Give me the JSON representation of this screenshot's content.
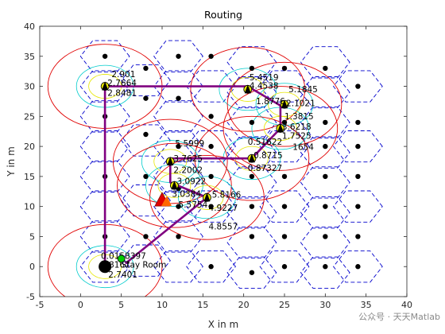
{
  "chart_data": {
    "type": "scatter",
    "title": "Routing",
    "xlabel": "X in m",
    "ylabel": "Y in m",
    "xlim": [
      -5,
      40
    ],
    "ylim": [
      -5,
      40
    ],
    "xticks": [
      -5,
      0,
      5,
      10,
      15,
      20,
      25,
      30,
      35,
      40
    ],
    "yticks": [
      -5,
      0,
      5,
      10,
      15,
      20,
      25,
      30,
      35,
      40
    ],
    "grid": false,
    "hex_grid": {
      "color": "#0000cc",
      "style": "dashed",
      "cells": [
        [
          3,
          35
        ],
        [
          3,
          25
        ],
        [
          3,
          15
        ],
        [
          3,
          5
        ],
        [
          8,
          31
        ],
        [
          8,
          21
        ],
        [
          8,
          11
        ],
        [
          8,
          1
        ],
        [
          12,
          35
        ],
        [
          12,
          25
        ],
        [
          12,
          15
        ],
        [
          12,
          5
        ],
        [
          16,
          30
        ],
        [
          16,
          20
        ],
        [
          16,
          10
        ],
        [
          16,
          0
        ],
        [
          21,
          34
        ],
        [
          21,
          24
        ],
        [
          21,
          14
        ],
        [
          21,
          4
        ],
        [
          25,
          30
        ],
        [
          25,
          20
        ],
        [
          25,
          10
        ],
        [
          25,
          0
        ],
        [
          30,
          34
        ],
        [
          30,
          24
        ],
        [
          30,
          14
        ],
        [
          30,
          4
        ],
        [
          34,
          30
        ],
        [
          34,
          20
        ],
        [
          34,
          10
        ],
        [
          34,
          0
        ],
        [
          3,
          30
        ],
        [
          3,
          20
        ],
        [
          3,
          10
        ],
        [
          3,
          0
        ],
        [
          12,
          30
        ],
        [
          12,
          20
        ],
        [
          12,
          10
        ],
        [
          12,
          0
        ],
        [
          21,
          29
        ],
        [
          21,
          19
        ],
        [
          21,
          9
        ],
        [
          21,
          -1
        ],
        [
          30,
          29
        ],
        [
          30,
          19
        ],
        [
          30,
          9
        ],
        [
          30,
          -1
        ]
      ]
    },
    "sensor_nodes": {
      "color": "#000000",
      "points": [
        [
          3,
          35
        ],
        [
          8,
          33
        ],
        [
          3,
          25
        ],
        [
          8,
          22
        ],
        [
          3,
          15
        ],
        [
          8,
          15
        ],
        [
          3,
          5
        ],
        [
          8,
          5
        ],
        [
          12,
          35
        ],
        [
          12,
          28
        ],
        [
          12,
          20
        ],
        [
          12,
          13
        ],
        [
          12,
          5
        ],
        [
          16,
          35
        ],
        [
          16,
          25
        ],
        [
          16,
          20
        ],
        [
          16,
          10
        ],
        [
          16,
          0
        ],
        [
          21,
          33
        ],
        [
          21,
          24
        ],
        [
          21,
          15
        ],
        [
          21,
          10
        ],
        [
          21,
          5
        ],
        [
          21,
          -1
        ],
        [
          25,
          33
        ],
        [
          25,
          24
        ],
        [
          25,
          15
        ],
        [
          25,
          10
        ],
        [
          25,
          0
        ],
        [
          30,
          33
        ],
        [
          30,
          24
        ],
        [
          30,
          20
        ],
        [
          30,
          15
        ],
        [
          30,
          10
        ],
        [
          30,
          5
        ],
        [
          30,
          0
        ],
        [
          34,
          30
        ],
        [
          34,
          24
        ],
        [
          34,
          20
        ],
        [
          34,
          15
        ],
        [
          34,
          10
        ],
        [
          34,
          5
        ],
        [
          34,
          0
        ],
        [
          8,
          28
        ],
        [
          16,
          15
        ],
        [
          25,
          5
        ],
        [
          3,
          30
        ],
        [
          12,
          10
        ]
      ]
    },
    "cluster_heads": [
      {
        "x": 3,
        "y": 30,
        "labels": [
          {
            "text": "2.901",
            "dx": 0.8,
            "dy": 1.5
          },
          {
            "text": "2.7664",
            "dx": 0.3,
            "dy": 0.1
          },
          {
            "text": "2.8481",
            "dx": 0.3,
            "dy": -1.6
          }
        ]
      },
      {
        "x": 20.5,
        "y": 29.5,
        "labels": [
          {
            "text": "5.4519",
            "dx": 0.2,
            "dy": 1.5
          },
          {
            "text": "4.4538",
            "dx": 0.2,
            "dy": 0.1
          }
        ]
      },
      {
        "x": 25,
        "y": 27,
        "labels": [
          {
            "text": "5.1845",
            "dx": 0.5,
            "dy": 2
          },
          {
            "text": "1.8776",
            "dx": -3.5,
            "dy": 0
          },
          {
            "text": "2.1021",
            "dx": 0.2,
            "dy": -0.3
          }
        ]
      },
      {
        "x": 24.5,
        "y": 23,
        "labels": [
          {
            "text": "1.3815",
            "dx": 0.5,
            "dy": 1.5
          },
          {
            "text": "3.6218",
            "dx": 0.2,
            "dy": -0.2
          },
          {
            "text": "1.7525",
            "dx": 0.2,
            "dy": -1.7
          }
        ]
      },
      {
        "x": 21,
        "y": 18,
        "labels": [
          {
            "text": "0.51622",
            "dx": -0.5,
            "dy": 2.3
          },
          {
            "text": "0.8715",
            "dx": 0.2,
            "dy": 0
          },
          {
            "text": "0.87327",
            "dx": -0.5,
            "dy": -2.1
          },
          {
            "text": "1654",
            "dx": 5,
            "dy": 1.4
          }
        ]
      },
      {
        "x": 11,
        "y": 17.5,
        "labels": [
          {
            "text": "5.5999",
            "dx": 0.6,
            "dy": 2.5
          },
          {
            "text": "3.7625",
            "dx": 0.4,
            "dy": 0
          },
          {
            "text": "2.2002",
            "dx": 0.4,
            "dy": -1.9
          }
        ]
      },
      {
        "x": 11.5,
        "y": 13.5,
        "labels": [
          {
            "text": "3.0922",
            "dx": 0.3,
            "dy": 0.2
          },
          {
            "text": "3.0384",
            "dx": -0.3,
            "dy": -1.9
          }
        ]
      },
      {
        "x": 15.5,
        "y": 11.5,
        "labels": [
          {
            "text": "5.8166",
            "dx": 0.6,
            "dy": 0
          },
          {
            "text": "5.5754",
            "dx": -3.5,
            "dy": -1.7
          },
          {
            "text": "4.9227",
            "dx": 0.2,
            "dy": -2.2
          },
          {
            "text": "4.8557",
            "dx": 0.2,
            "dy": -5.3
          }
        ]
      },
      {
        "x": 3,
        "y": 0,
        "labels": [
          {
            "text": "0.0158397",
            "dx": -0.5,
            "dy": 1.3
          },
          {
            "text": "3.8167",
            "dx": -0.5,
            "dy": -0.2
          },
          {
            "text": "2.7401",
            "dx": 0.4,
            "dy": -1.8
          }
        ]
      }
    ],
    "route": {
      "color": "#800080",
      "points": [
        [
          3,
          0
        ],
        [
          3,
          30
        ],
        [
          20.5,
          30
        ],
        [
          24.5,
          26.8
        ],
        [
          24.5,
          23
        ],
        [
          21,
          18
        ],
        [
          11,
          18
        ],
        [
          11,
          14
        ],
        [
          15.5,
          11.5
        ],
        [
          5.5,
          0.5
        ]
      ]
    },
    "stay_room_label": "Stay Room",
    "stay_room": [
      5,
      -0.2
    ],
    "source": [
      10,
      11
    ],
    "sink": [
      3,
      0
    ],
    "inner_node": [
      5,
      1.3
    ]
  },
  "watermark": "公众号 · 天天Matlab"
}
